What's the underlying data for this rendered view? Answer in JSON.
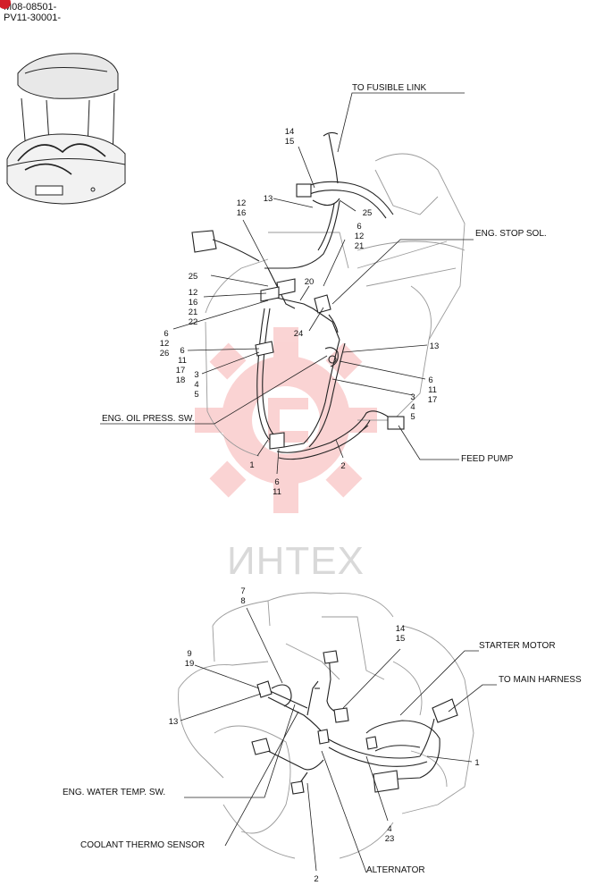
{
  "serials": [
    "M08-08501-",
    "PV11-30001-"
  ],
  "watermark": "ИНТЕХ",
  "colors": {
    "line": "#222222",
    "ghost": "#9a9a9a",
    "watermark_red": "#f6b0b0",
    "watermark_text": "#d9d9d9",
    "badge": "#d2202a"
  },
  "top_diagram": {
    "labels": {
      "fusible_link": "TO FUSIBLE LINK",
      "stop_sol": "ENG. STOP SOL.",
      "oil_press": "ENG. OIL PRESS. SW.",
      "feed_pump": "FEED PUMP"
    },
    "refs": {
      "a": "14",
      "b": "15",
      "c": "13",
      "d": "25",
      "e": "12",
      "f": "16",
      "g": "6",
      "h": "12",
      "i": "21",
      "j": "25",
      "k": "12",
      "l": "16",
      "m": "21",
      "n": "22",
      "o": "20",
      "p": "24",
      "q": "6",
      "r": "12",
      "s": "26",
      "t": "6",
      "u": "11",
      "v": "17",
      "w": "18",
      "x": "3",
      "y": "4",
      "z": "5",
      "aa": "13",
      "ab": "6",
      "ac": "11",
      "ad": "17",
      "ae": "3",
      "af": "4",
      "ag": "5",
      "ah": "1",
      "ai": "6",
      "aj": "11",
      "ak": "2"
    }
  },
  "bottom_diagram": {
    "labels": {
      "starter": "STARTER MOTOR",
      "main_harness": "TO MAIN HARNESS",
      "water_temp": "ENG. WATER TEMP. SW.",
      "coolant": "COOLANT THERMO SENSOR",
      "alternator": "ALTERNATOR"
    },
    "refs": {
      "a": "7",
      "b": "8",
      "c": "9",
      "d": "19",
      "e": "13",
      "f": "14",
      "g": "15",
      "h": "1",
      "i": "4",
      "j": "23",
      "k": "2"
    }
  }
}
